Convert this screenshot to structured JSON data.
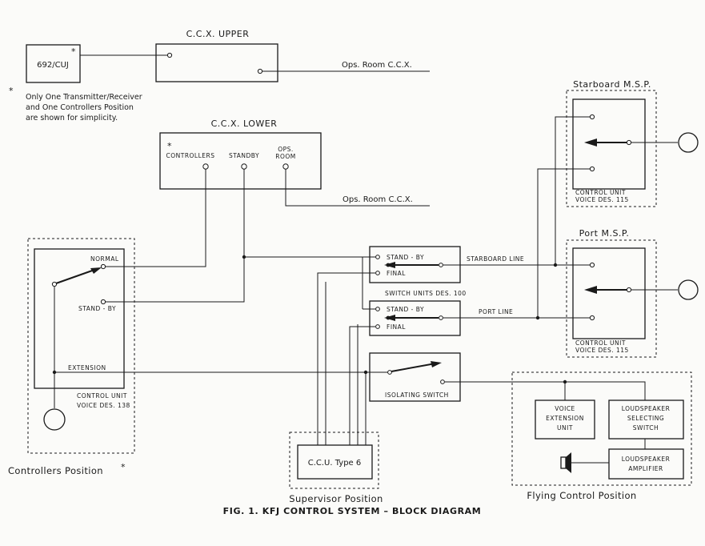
{
  "ccx_upper": {
    "title": "C.C.X. UPPER",
    "ops_room": "Ops. Room  C.C.X."
  },
  "unit_692": {
    "label": "692/CUJ",
    "asterisk": "*"
  },
  "note": {
    "asterisk": "*",
    "lines": [
      "Only One Transmitter/Receiver",
      "and  One Controllers Position",
      "are shown for simplicity."
    ]
  },
  "ccx_lower": {
    "title": "C.C.X. LOWER",
    "asterisk": "*",
    "controllers": "CONTROLLERS",
    "standby": "STANDBY",
    "ops_line1": "OPS.",
    "ops_line2": "ROOM",
    "ops_room": "Ops. Room  C.C.X."
  },
  "controllers_position": {
    "normal": "NORMAL",
    "stand_by": "STAND - BY",
    "extension": "EXTENSION",
    "unit_line1": "CONTROL  UNIT",
    "unit_line2": "VOICE  DES. 138",
    "label": "Controllers  Position",
    "asterisk": "*"
  },
  "switch_units": {
    "stand_by": "STAND - BY",
    "final": "FINAL",
    "label": "SWITCH UNITS  DES. 100",
    "stand_by_2": "STAND - BY",
    "final_2": "FINAL",
    "isolating": "ISOLATING  SWITCH"
  },
  "lines": {
    "starboard": "STARBOARD  LINE",
    "port": "PORT  LINE"
  },
  "starboard_msp": {
    "title": "Starboard  M.S.P.",
    "unit_line1": "CONTROL  UNIT",
    "unit_line2": "VOICE   DES. 115"
  },
  "port_msp": {
    "title": "Port  M.S.P.",
    "unit_line1": "CONTROL  UNIT",
    "unit_line2": "VOICE   DES. 115"
  },
  "supervisor": {
    "unit": "C.C.U. Type 6",
    "label": "Supervisor  Position"
  },
  "flying_control": {
    "voice_ext": [
      "VOICE",
      "EXTENSION",
      "UNIT"
    ],
    "ls_switch": [
      "LOUDSPEAKER",
      "SELECTING",
      "SWITCH"
    ],
    "ls_amp": [
      "LOUDSPEAKER",
      "AMPLIFIER"
    ],
    "label": "Flying  Control   Position"
  },
  "caption": "FIG. 1.  KFJ  CONTROL  SYSTEM  –  BLOCK  DIAGRAM"
}
